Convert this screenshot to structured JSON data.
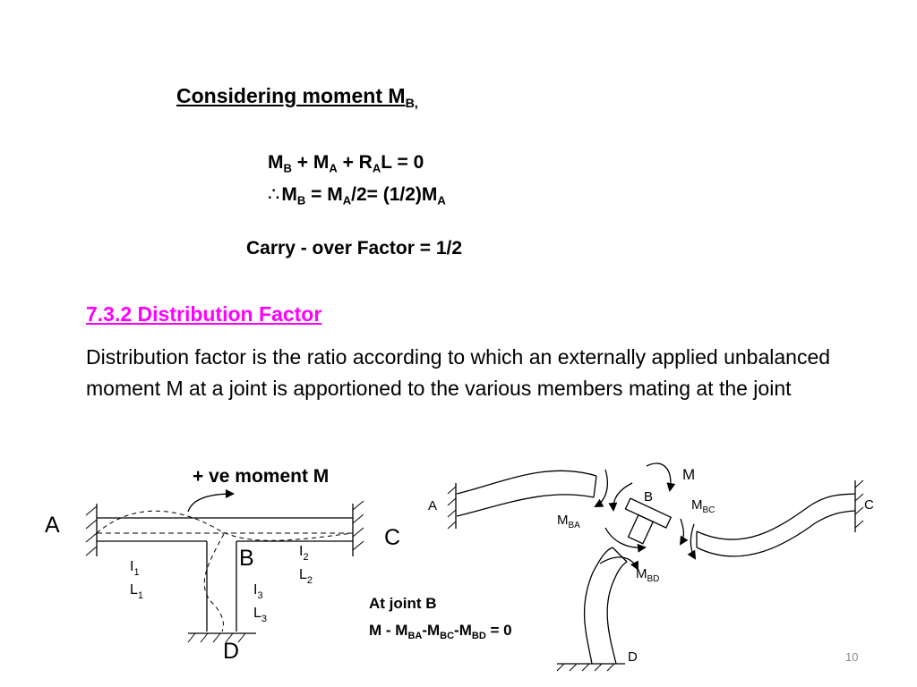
{
  "heading": {
    "text": "Considering moment M",
    "sub": "B,"
  },
  "eq1": {
    "parts": [
      "M",
      "B",
      " + M",
      "A",
      " + R",
      "A",
      "L = 0"
    ]
  },
  "eq2": {
    "symbol": "∴",
    "parts": [
      "M",
      "B",
      " = M",
      "A",
      "/2= (1/2)M",
      "A"
    ]
  },
  "carry_over": "Carry - over Factor = 1/2",
  "section": {
    "title": "7.3.2 Distribution Factor",
    "definition": "Distribution factor is the ratio according to which an externally applied unbalanced moment M at a joint is apportioned to the various members mating at the joint"
  },
  "left_figure": {
    "moment_label": "+ ve moment M",
    "A": "A",
    "B": "B",
    "C": "C",
    "D": "D",
    "I1": {
      "base": "I",
      "sub": "1"
    },
    "L1": {
      "base": "L",
      "sub": "1"
    },
    "I2": {
      "base": "I",
      "sub": "2"
    },
    "L2": {
      "base": "L",
      "sub": "2"
    },
    "I3": {
      "base": "I",
      "sub": "3"
    },
    "L3": {
      "base": "L",
      "sub": "3"
    }
  },
  "right_figure": {
    "A": "A",
    "B": "B",
    "C": "C",
    "D": "D",
    "M": "M",
    "MBA": {
      "base": "M",
      "sub": "BA"
    },
    "MBC": {
      "base": "M",
      "sub": "BC"
    },
    "MBD": {
      "base": "M",
      "sub": "BD"
    }
  },
  "joint_eq": {
    "title": "At joint B",
    "parts": [
      "M - M",
      "BA",
      "-M",
      "BC",
      "-M",
      "BD",
      " = 0"
    ]
  },
  "slide_number": "10"
}
